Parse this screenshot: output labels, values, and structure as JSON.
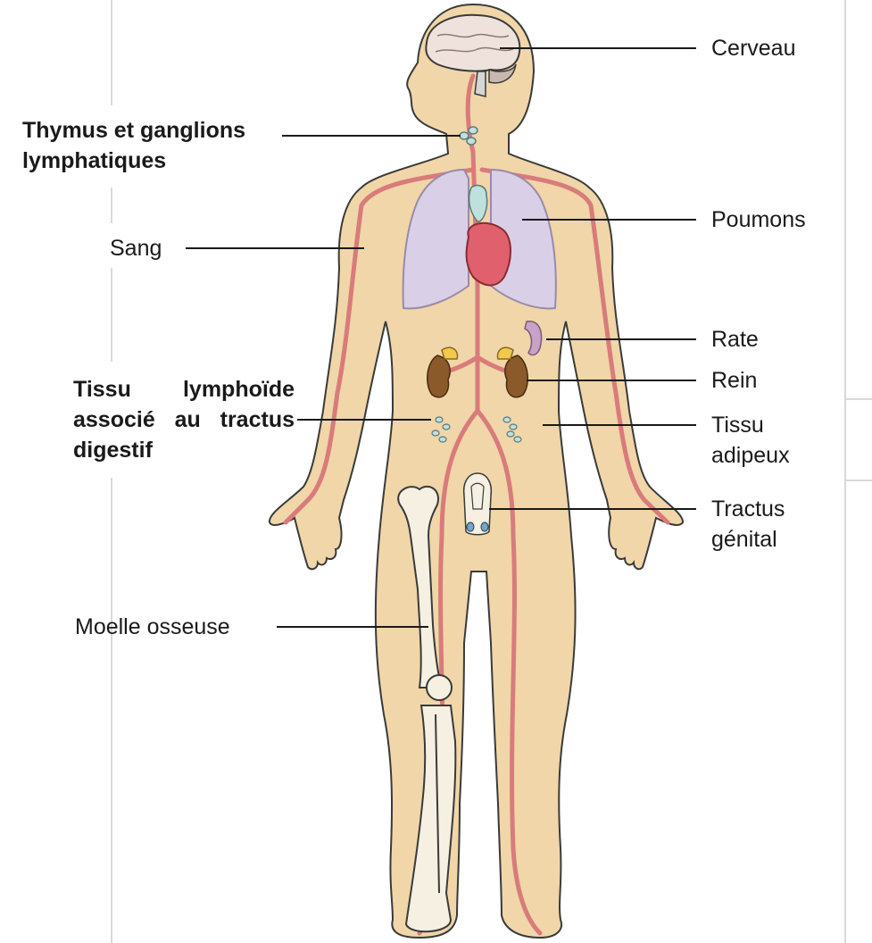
{
  "labels": {
    "cerveau": "Cerveau",
    "thymus_line1": "Thymus et ganglions",
    "thymus_line2": "lymphatiques",
    "poumons": "Poumons",
    "sang": "Sang",
    "rate": "Rate",
    "rein": "Rein",
    "tissu_lymphoide_line1": "Tissu lymphoïde",
    "tissu_lymphoide_line2": "associé au tractus",
    "tissu_lymphoide_line3": "digestif",
    "tissu_adipeux_line1": "Tissu",
    "tissu_adipeux_line2": "adipeux",
    "tractus_line1": "Tractus",
    "tractus_line2": "génital",
    "moelle": "Moelle osseuse"
  },
  "colors": {
    "skin": "#f0d6a8",
    "skin_outline": "#3a3a3a",
    "blood_vessel": "#d97b7b",
    "lungs": "#d9cfe6",
    "heart": "#e0606e",
    "thymus": "#bfe0dc",
    "kidney": "#8b5a2b",
    "adrenal": "#f2c94c",
    "spleen": "#c8a2c8",
    "brain": "#efe2dc",
    "bone": "#f5f0e1"
  }
}
